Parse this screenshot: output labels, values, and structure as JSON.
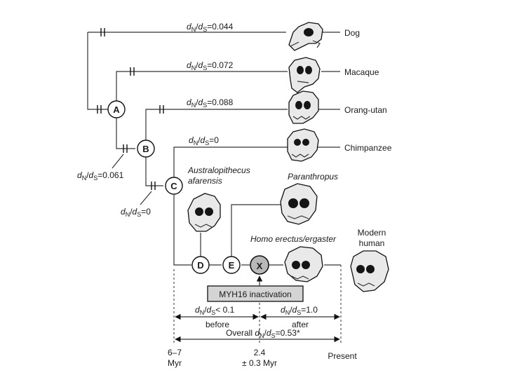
{
  "species": {
    "dog": "Dog",
    "macaque": "Macaque",
    "orangutan": "Orang-utan",
    "chimpanzee": "Chimpanzee",
    "australopithecus": "Australopithecus",
    "afarensis": "afarensis",
    "paranthropus": "Paranthropus",
    "homo_erectus": "Homo erectus/ergaster",
    "modern_human_1": "Modern",
    "modern_human_2": "human"
  },
  "nodes": {
    "a": "A",
    "b": "B",
    "c": "C",
    "d": "D",
    "e": "E",
    "x": "X"
  },
  "ratio": {
    "dn": "d",
    "ds": "d",
    "n_sub": "N",
    "s_sub": "S",
    "sep": "/"
  },
  "ratios": {
    "dog": "=0.044",
    "macaque": "=0.072",
    "orangutan": "=0.088",
    "chimpanzee": "=0",
    "branch_a_b": "=0.061",
    "branch_b_c": "=0",
    "before": "< 0.1",
    "after": "=1.0",
    "overall_prefix": "Overall ",
    "overall": "=0.53*"
  },
  "labels": {
    "inactivation": "MYH16 inactivation",
    "before": "before",
    "after": "after"
  },
  "timeline": {
    "start_1": "6–7",
    "start_2": "Myr",
    "mid_1": "2.4",
    "mid_2": "± 0.3 Myr",
    "end": "Present"
  },
  "colors": {
    "line": "#333333",
    "x_node_fill": "#b8b8b8",
    "inactivation_fill": "#d4d4d4"
  },
  "icons": [
    "dog-skull-icon",
    "macaque-skull-icon",
    "orangutan-skull-icon",
    "chimpanzee-skull-icon",
    "australopithecus-skull-icon",
    "paranthropus-skull-icon",
    "homo-erectus-skull-icon",
    "modern-human-skull-icon"
  ]
}
